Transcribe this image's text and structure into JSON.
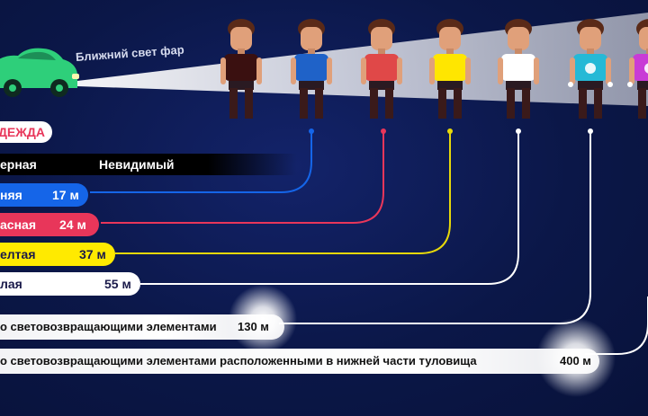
{
  "header": {
    "title": "ДЕЖДА"
  },
  "beam_label": "Ближний свет фар",
  "rows": [
    {
      "label": "ерная",
      "distance": "Невидимый"
    },
    {
      "label": "няя",
      "distance": "17 м"
    },
    {
      "label": "асная",
      "distance": "24 м"
    },
    {
      "label": "елтая",
      "distance": "37 м"
    },
    {
      "label": "лая",
      "distance": "55 м"
    },
    {
      "label": "о световозвращающими элементами",
      "distance": "130 м"
    },
    {
      "label": "о световозвращающими элементами расположенными в нижней части туловища",
      "distance": "400 м"
    }
  ],
  "colors": {
    "background": "#0c1a4e",
    "car": "#2ecf7a",
    "blue": "#1565e8",
    "red": "#e8365a",
    "yellow": "#ffea00",
    "white": "#ffffff",
    "shirts": [
      "#3a1010",
      "#1f62c8",
      "#e04848",
      "#ffe600",
      "#ffffff",
      "#25b9d6",
      "#c93bd6"
    ]
  }
}
